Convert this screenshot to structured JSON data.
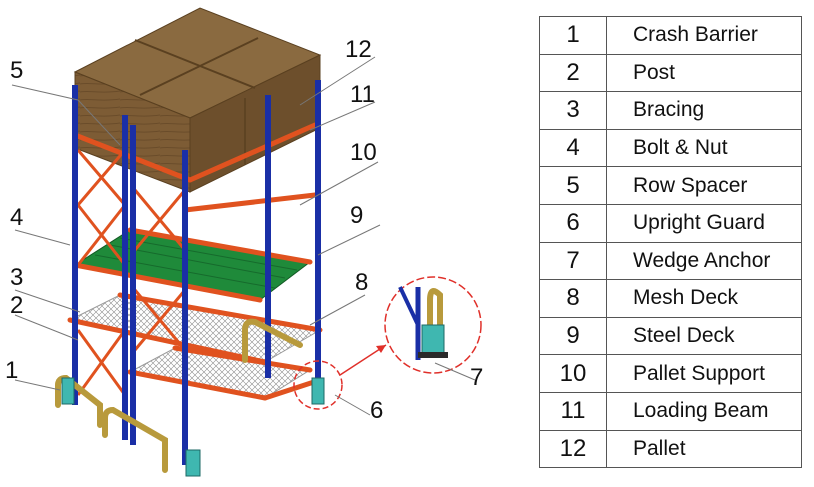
{
  "callouts": {
    "c1": "1",
    "c2": "2",
    "c3": "3",
    "c4": "4",
    "c5": "5",
    "c6": "6",
    "c7": "7",
    "c8": "8",
    "c9": "9",
    "c10": "10",
    "c11": "11",
    "c12": "12"
  },
  "legend": [
    {
      "num": "1",
      "name": "Crash Barrier"
    },
    {
      "num": "2",
      "name": "Post"
    },
    {
      "num": "3",
      "name": "Bracing"
    },
    {
      "num": "4",
      "name": "Bolt & Nut"
    },
    {
      "num": "5",
      "name": "Row Spacer"
    },
    {
      "num": "6",
      "name": "Upright Guard"
    },
    {
      "num": "7",
      "name": "Wedge Anchor"
    },
    {
      "num": "8",
      "name": "Mesh Deck"
    },
    {
      "num": "9",
      "name": "Steel Deck"
    },
    {
      "num": "10",
      "name": "Pallet Support"
    },
    {
      "num": "11",
      "name": "Loading Beam"
    },
    {
      "num": "12",
      "name": "Pallet"
    }
  ],
  "colors": {
    "upright": "#1a2fa6",
    "beam": "#e0521f",
    "steel_deck": "#1f8a3a",
    "pallet": "#7a5a33",
    "barrier": "#b89a3c",
    "guard": "#3fb7b0",
    "callout_circle": "#e0302a"
  }
}
